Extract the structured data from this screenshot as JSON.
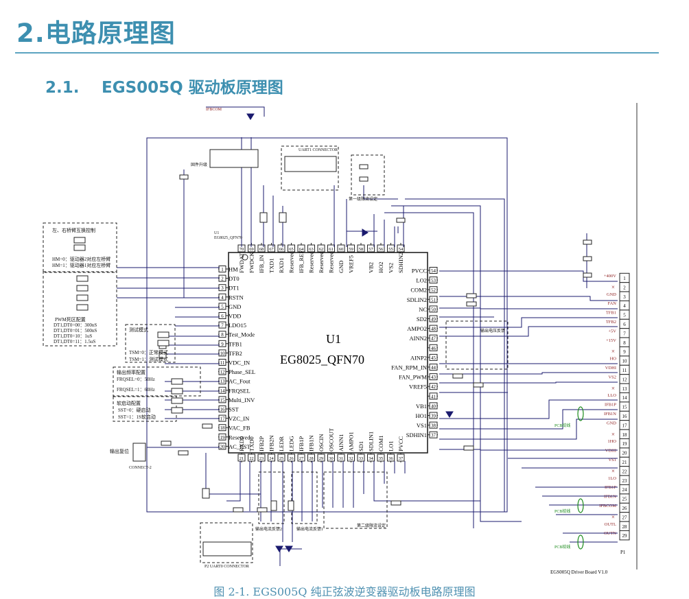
{
  "heading": {
    "number": "2.",
    "title": "电路原理图"
  },
  "subheading": {
    "number": "2.1.",
    "title": "EGS005Q 驱动板原理图"
  },
  "caption": "图 2-1. EGS005Q 纯正弦波逆变器驱动板电路原理图",
  "colors": {
    "heading": "#3d8fb0",
    "rule": "#5aa3c0",
    "wire": "#1a1a6e",
    "box": "#222222",
    "label": "#8b1a1a",
    "green": "#1a8a1a"
  },
  "chip": {
    "ref": "U1",
    "part": "EG8025_QFN70",
    "left_pins": [
      {
        "n": "1",
        "name": "HM"
      },
      {
        "n": "2",
        "name": "DT0"
      },
      {
        "n": "3",
        "name": "DT1"
      },
      {
        "n": "4",
        "name": "RSTN"
      },
      {
        "n": "5",
        "name": "GND"
      },
      {
        "n": "6",
        "name": "VDD"
      },
      {
        "n": "7",
        "name": "LDO15"
      },
      {
        "n": "8",
        "name": "Test_Mode"
      },
      {
        "n": "9",
        "name": "TFB1"
      },
      {
        "n": "10",
        "name": "TFB2"
      },
      {
        "n": "11",
        "name": "VDC_IN"
      },
      {
        "n": "12",
        "name": "Phase_SEL"
      },
      {
        "n": "13",
        "name": "AC_Fout"
      },
      {
        "n": "14",
        "name": "FRQSEL"
      },
      {
        "n": "15",
        "name": "Multi_INV"
      },
      {
        "n": "16",
        "name": "SST"
      },
      {
        "n": "17",
        "name": "VZC_IN"
      },
      {
        "n": "18",
        "name": "VAC_FB"
      },
      {
        "n": "19",
        "name": "Reserved"
      },
      {
        "n": "20",
        "name": "AC_RST"
      }
    ],
    "right_pins": [
      {
        "n": "54",
        "name": "PVCC"
      },
      {
        "n": "53",
        "name": "LO2"
      },
      {
        "n": "52",
        "name": "COM2"
      },
      {
        "n": "51",
        "name": "SDLIN2"
      },
      {
        "n": "50",
        "name": "NC"
      },
      {
        "n": "49",
        "name": "SD2"
      },
      {
        "n": "48",
        "name": "AMPO2"
      },
      {
        "n": "47",
        "name": "AINN2"
      },
      {
        "n": "46",
        "name": ""
      },
      {
        "n": "45",
        "name": "AINP2"
      },
      {
        "n": "44",
        "name": "FAN_RPM_IN"
      },
      {
        "n": "43",
        "name": "FAN_PWM"
      },
      {
        "n": "42",
        "name": "VREF5"
      },
      {
        "n": "41",
        "name": ""
      },
      {
        "n": "40",
        "name": "VB1"
      },
      {
        "n": "39",
        "name": "HO1"
      },
      {
        "n": "38",
        "name": "VS1"
      },
      {
        "n": "37",
        "name": "SDHIN1"
      }
    ],
    "top_pins": [
      {
        "n": "70",
        "name": "FWDAT"
      },
      {
        "n": "69",
        "name": "FWDCK"
      },
      {
        "n": "68",
        "name": "IFB_IN"
      },
      {
        "n": "67",
        "name": "TXD1"
      },
      {
        "n": "66",
        "name": "RXD1"
      },
      {
        "n": "65",
        "name": "Reserved"
      },
      {
        "n": "64",
        "name": "IFB_REF"
      },
      {
        "n": "63",
        "name": "Reserved"
      },
      {
        "n": "62",
        "name": "Reserved"
      },
      {
        "n": "61",
        "name": "Reserved"
      },
      {
        "n": "60",
        "name": "GND"
      },
      {
        "n": "59",
        "name": "VREF5"
      },
      {
        "n": "58",
        "name": ""
      },
      {
        "n": "57",
        "name": "VB2"
      },
      {
        "n": "56",
        "name": "HO2"
      },
      {
        "n": "55",
        "name": "VS2"
      },
      {
        "n": "54",
        "name": "SDHIN2"
      }
    ],
    "bottom_pins": [
      {
        "n": "21",
        "name": "RXD0"
      },
      {
        "n": "22",
        "name": "TXD0"
      },
      {
        "n": "23",
        "name": "IFB2P"
      },
      {
        "n": "24",
        "name": "IFB2N"
      },
      {
        "n": "25",
        "name": "LEDR"
      },
      {
        "n": "26",
        "name": "LEDG"
      },
      {
        "n": "27",
        "name": "IFB1P"
      },
      {
        "n": "28",
        "name": "IFB1N"
      },
      {
        "n": "29",
        "name": "OSCIN"
      },
      {
        "n": "30",
        "name": "OSCOUT"
      },
      {
        "n": "31",
        "name": "AINN1"
      },
      {
        "n": "32",
        "name": "AMPO1"
      },
      {
        "n": "33",
        "name": "SD1"
      },
      {
        "n": "34",
        "name": "SDLIN1"
      },
      {
        "n": "35",
        "name": "COM1"
      },
      {
        "n": "36",
        "name": "LO1"
      },
      {
        "n": "37",
        "name": "PVCC"
      }
    ]
  },
  "connector": {
    "ref": "P1",
    "pins": [
      {
        "n": "1",
        "label": "+400V"
      },
      {
        "n": "2",
        "label": ""
      },
      {
        "n": "3",
        "label": "GND"
      },
      {
        "n": "4",
        "label": "FAN"
      },
      {
        "n": "5",
        "label": "TFB1"
      },
      {
        "n": "6",
        "label": "TFB2"
      },
      {
        "n": "7",
        "label": "+5V"
      },
      {
        "n": "8",
        "label": "+15V"
      },
      {
        "n": "9",
        "label": ""
      },
      {
        "n": "10",
        "label": "HO"
      },
      {
        "n": "11",
        "label": "VDHI"
      },
      {
        "n": "12",
        "label": "VS2"
      },
      {
        "n": "13",
        "label": ""
      },
      {
        "n": "14",
        "label": "LLO"
      },
      {
        "n": "15",
        "label": "IFB1P"
      },
      {
        "n": "16",
        "label": "IFB1N"
      },
      {
        "n": "17",
        "label": "GND"
      },
      {
        "n": "18",
        "label": ""
      },
      {
        "n": "19",
        "label": "1HO"
      },
      {
        "n": "20",
        "label": "VDHI"
      },
      {
        "n": "21",
        "label": "VS1"
      },
      {
        "n": "22",
        "label": ""
      },
      {
        "n": "23",
        "label": "1LO"
      },
      {
        "n": "24",
        "label": "IFB1P"
      },
      {
        "n": "25",
        "label": "IFB1N"
      },
      {
        "n": "26",
        "label": "IFBCOM"
      },
      {
        "n": "27",
        "label": ""
      },
      {
        "n": "28",
        "label": "OUTL"
      },
      {
        "n": "29",
        "label": "OUTN"
      }
    ],
    "footer": "P1",
    "board_name": "EGS005Q Driver Board V1.0"
  },
  "notes": {
    "box1": [
      "左、右桥臂互换控制",
      "HM=0：驱动器2对应左桥臂",
      "HM=1：驱动器1对应左桥臂"
    ],
    "box2": [
      "PWM死区配置",
      "DT1,DT0=00：300nS",
      "DT1,DT0=01：500nS",
      "DT1,DT0=10：1uS",
      "DT1,DT0=11：1.5uS"
    ],
    "box3": [
      "测试模式",
      "TSM=0：正常模式",
      "TSM=1：测试模式"
    ],
    "box4": [
      "输出频率配置",
      "FRQSEL=0：50Hz",
      "FRQSEL=1：60Hz"
    ],
    "box5": [
      "软启动配置",
      "SST=0：硬启动",
      "SST=1：1S软启动"
    ],
    "output_reset": "输出复位",
    "connect2": "CONNECT-2",
    "uart1": "UART1 CONNECTOR",
    "uart0": "P2 UART0 CONNECTOR",
    "firmware": "固件升级",
    "stage1_limit": "第一级限流设定",
    "stage2_limit": "第二级限流设定",
    "ifb2": "输出电流反馈2",
    "ifb1": "输出电流反馈1",
    "vfb": "输出电压反馈",
    "pcb_twist": "PCB绞线",
    "net_ifbcom": "IFBCOM",
    "ref_u1": "U1",
    "ref_u1_part": "EG8025_QFN70"
  }
}
